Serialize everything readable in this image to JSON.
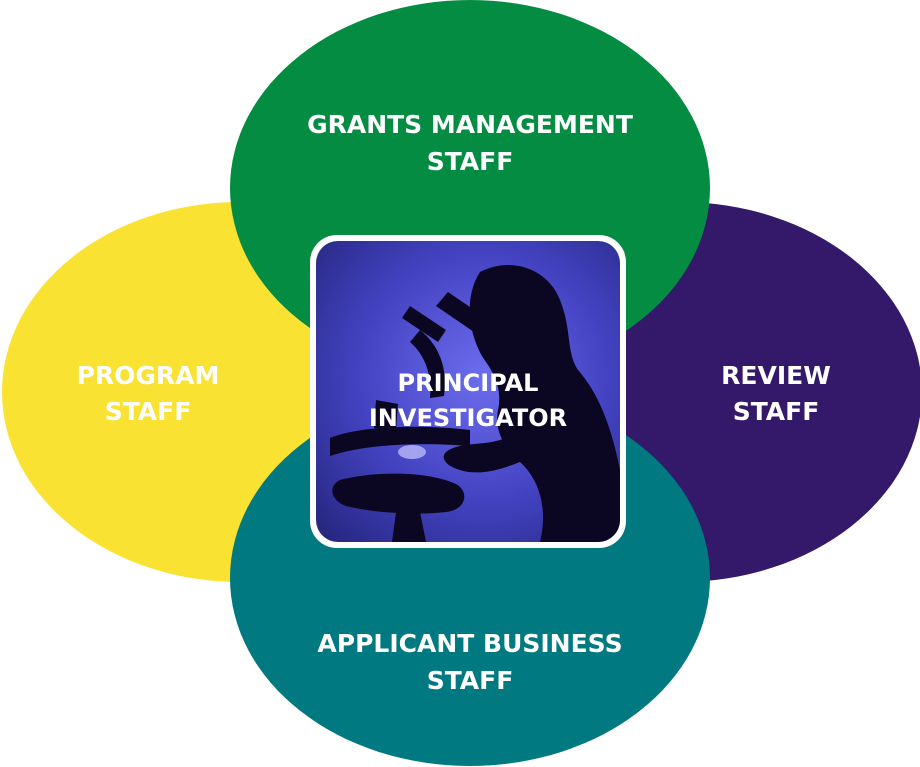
{
  "diagram": {
    "nodes": [
      {
        "id": "program",
        "line1": "PROGRAM",
        "line2": "STAFF",
        "color": "#f9e232"
      },
      {
        "id": "review",
        "line1": "REVIEW",
        "line2": "STAFF",
        "color": "#34196b"
      },
      {
        "id": "grants",
        "line1": "GRANTS MANAGEMENT",
        "line2": "STAFF",
        "color": "#058c43"
      },
      {
        "id": "applicant",
        "line1": "APPLICANT BUSINESS",
        "line2": "STAFF",
        "color": "#007980"
      }
    ],
    "center": {
      "line1": "PRINCIPAL",
      "line2": "INVESTIGATOR",
      "image": "scientist-with-microscope silhouette on blue background"
    }
  }
}
